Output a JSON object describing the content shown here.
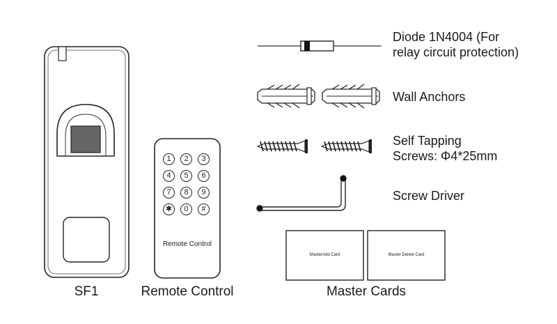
{
  "captions": {
    "sf1": "SF1",
    "remote": "Remote Control",
    "cards": "Master Cards"
  },
  "items": {
    "diode_line1": "Diode 1N4004 (For",
    "diode_line2": "relay circuit protection)",
    "anchors": "Wall Anchors",
    "screws_line1": "Self Tapping",
    "screws_line2": "Screws: Φ4*25mm",
    "driver": "Screw Driver"
  },
  "remote": {
    "label": "Remote Control",
    "keys": [
      "1",
      "2",
      "3",
      "4",
      "5",
      "6",
      "7",
      "8",
      "9",
      "✱",
      "0",
      "#"
    ]
  },
  "cards": {
    "add": "MasterAdd Card",
    "delete": "Master Delete Card"
  },
  "colors": {
    "ink": "#1a1a1a",
    "line": "#333333",
    "background": "#ffffff"
  }
}
